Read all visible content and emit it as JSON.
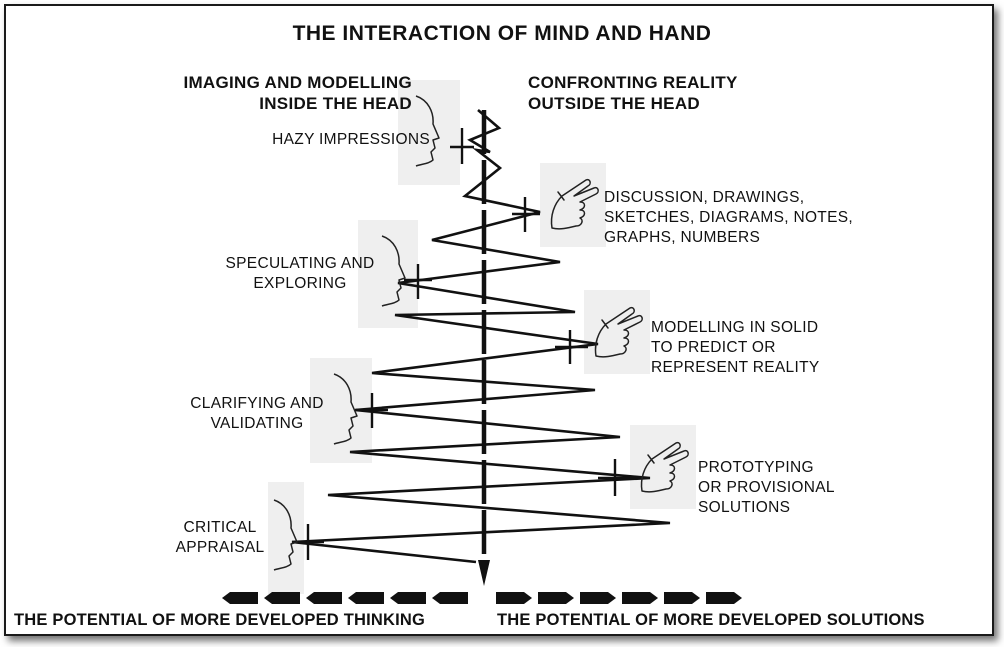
{
  "title": "THE INTERACTION OF MIND AND HAND",
  "left_heading": [
    "IMAGING AND MODELLING",
    "INSIDE THE HEAD"
  ],
  "right_heading": [
    "CONFRONTING REALITY",
    "OUTSIDE THE HEAD"
  ],
  "left_labels": [
    {
      "lines": [
        "HAZY IMPRESSIONS"
      ]
    },
    {
      "lines": [
        "SPECULATING AND",
        "EXPLORING"
      ]
    },
    {
      "lines": [
        "CLARIFYING AND",
        "VALIDATING"
      ]
    },
    {
      "lines": [
        "CRITICAL",
        "APPRAISAL"
      ]
    }
  ],
  "right_labels": [
    {
      "lines": [
        "DISCUSSION, DRAWINGS,",
        "SKETCHES, DIAGRAMS, NOTES,",
        "GRAPHS, NUMBERS"
      ]
    },
    {
      "lines": [
        "MODELLING IN SOLID",
        "TO PREDICT OR",
        "REPRESENT REALITY"
      ]
    },
    {
      "lines": [
        "PROTOTYPING",
        "OR PROVISIONAL",
        "SOLUTIONS"
      ]
    }
  ],
  "footer_left": "THE POTENTIAL OF MORE DEVELOPED THINKING",
  "footer_right": "THE POTENTIAL OF MORE DEVELOPED SOLUTIONS",
  "icons": [
    "head-profile-icon",
    "pointing-hand-icon",
    "arrow-left-icon",
    "arrow-right-icon"
  ],
  "colors": {
    "ink": "#111111",
    "shade": "#efefef",
    "background": "#ffffff"
  }
}
